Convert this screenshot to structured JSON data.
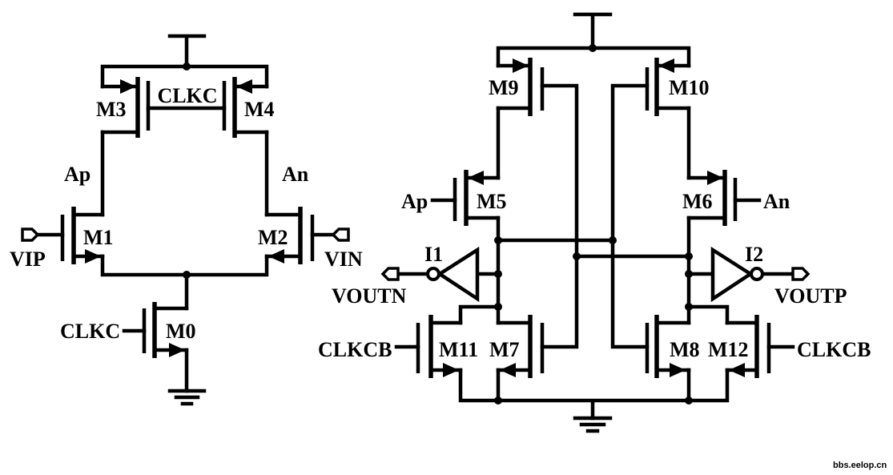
{
  "left_stage": {
    "transistors": {
      "m0": "M0",
      "m1": "M1",
      "m2": "M2",
      "m3": "M3",
      "m4": "M4"
    },
    "clock_label_load": "CLKC",
    "clock_label_tail": "CLKC",
    "node_ap": "Ap",
    "node_an": "An",
    "input_plus": "VIP",
    "input_minus": "VIN"
  },
  "right_stage": {
    "transistors": {
      "m5": "M5",
      "m6": "M6",
      "m7": "M7",
      "m8": "M8",
      "m9": "M9",
      "m10": "M10",
      "m11": "M11",
      "m12": "M12"
    },
    "gate_m5": "Ap",
    "gate_m6": "An",
    "inverter_left": "I1",
    "inverter_right": "I2",
    "output_n": "VOUTN",
    "output_p": "VOUTP",
    "clock_left": "CLKCB",
    "clock_right": "CLKCB"
  },
  "watermark": "bbs.eelop.cn",
  "colors": {
    "ink": "#000000",
    "background": "#ffffff"
  }
}
